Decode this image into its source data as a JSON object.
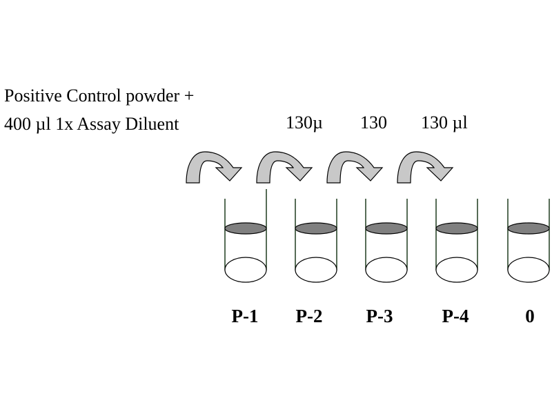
{
  "instructions": {
    "line1": "Positive Control powder +",
    "line2": "400 µl 1x Assay Diluent"
  },
  "transfer_volumes": [
    "130µ",
    "130",
    "130 µl"
  ],
  "tubes": [
    {
      "label": "P-1"
    },
    {
      "label": "P-2"
    },
    {
      "label": "P-3"
    },
    {
      "label": "P-4"
    },
    {
      "label": "0"
    }
  ],
  "colors": {
    "arrow_fill": "#c8c8c8",
    "liquid_fill": "#808080",
    "outline": "#000000",
    "tube_wall": "#1e3a1e"
  }
}
